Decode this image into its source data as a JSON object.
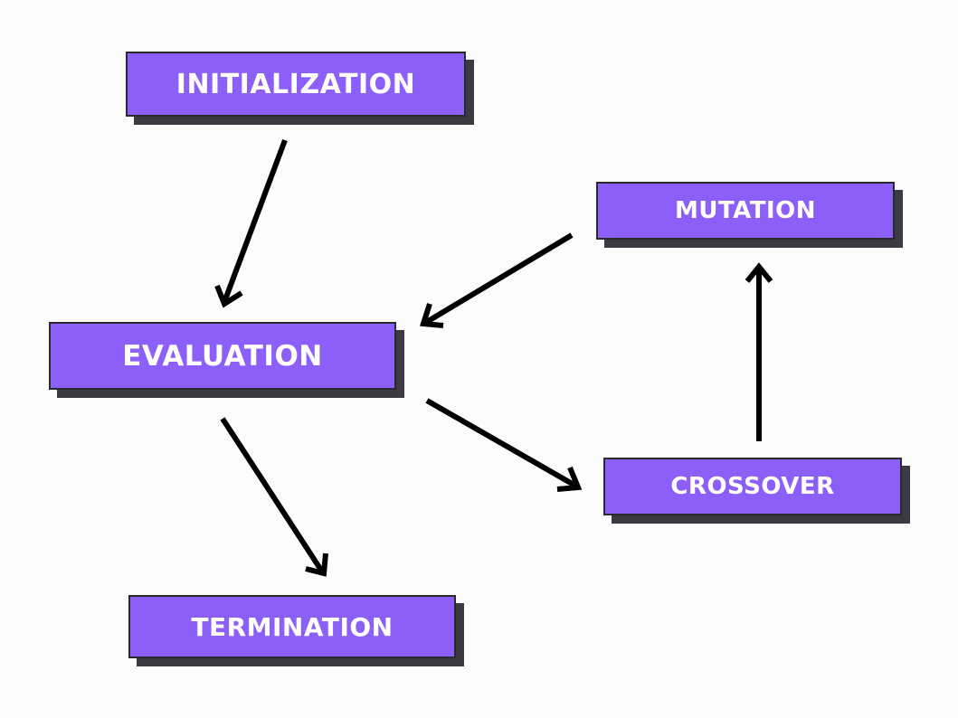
{
  "diagram": {
    "nodes": {
      "initialization": "INITIALIZATION",
      "evaluation": "EVALUATION",
      "termination": "TERMINATION",
      "mutation": "MUTATION",
      "crossover": "CROSSOVER"
    },
    "edges": [
      {
        "from": "initialization",
        "to": "evaluation"
      },
      {
        "from": "evaluation",
        "to": "termination"
      },
      {
        "from": "evaluation",
        "to": "crossover"
      },
      {
        "from": "crossover",
        "to": "mutation"
      },
      {
        "from": "mutation",
        "to": "evaluation"
      }
    ],
    "colors": {
      "node_fill": "#8c5ff8",
      "node_shadow": "#3b3a42",
      "node_text": "#ffffff",
      "arrow": "#000000",
      "background": "#fdfcfd"
    }
  }
}
